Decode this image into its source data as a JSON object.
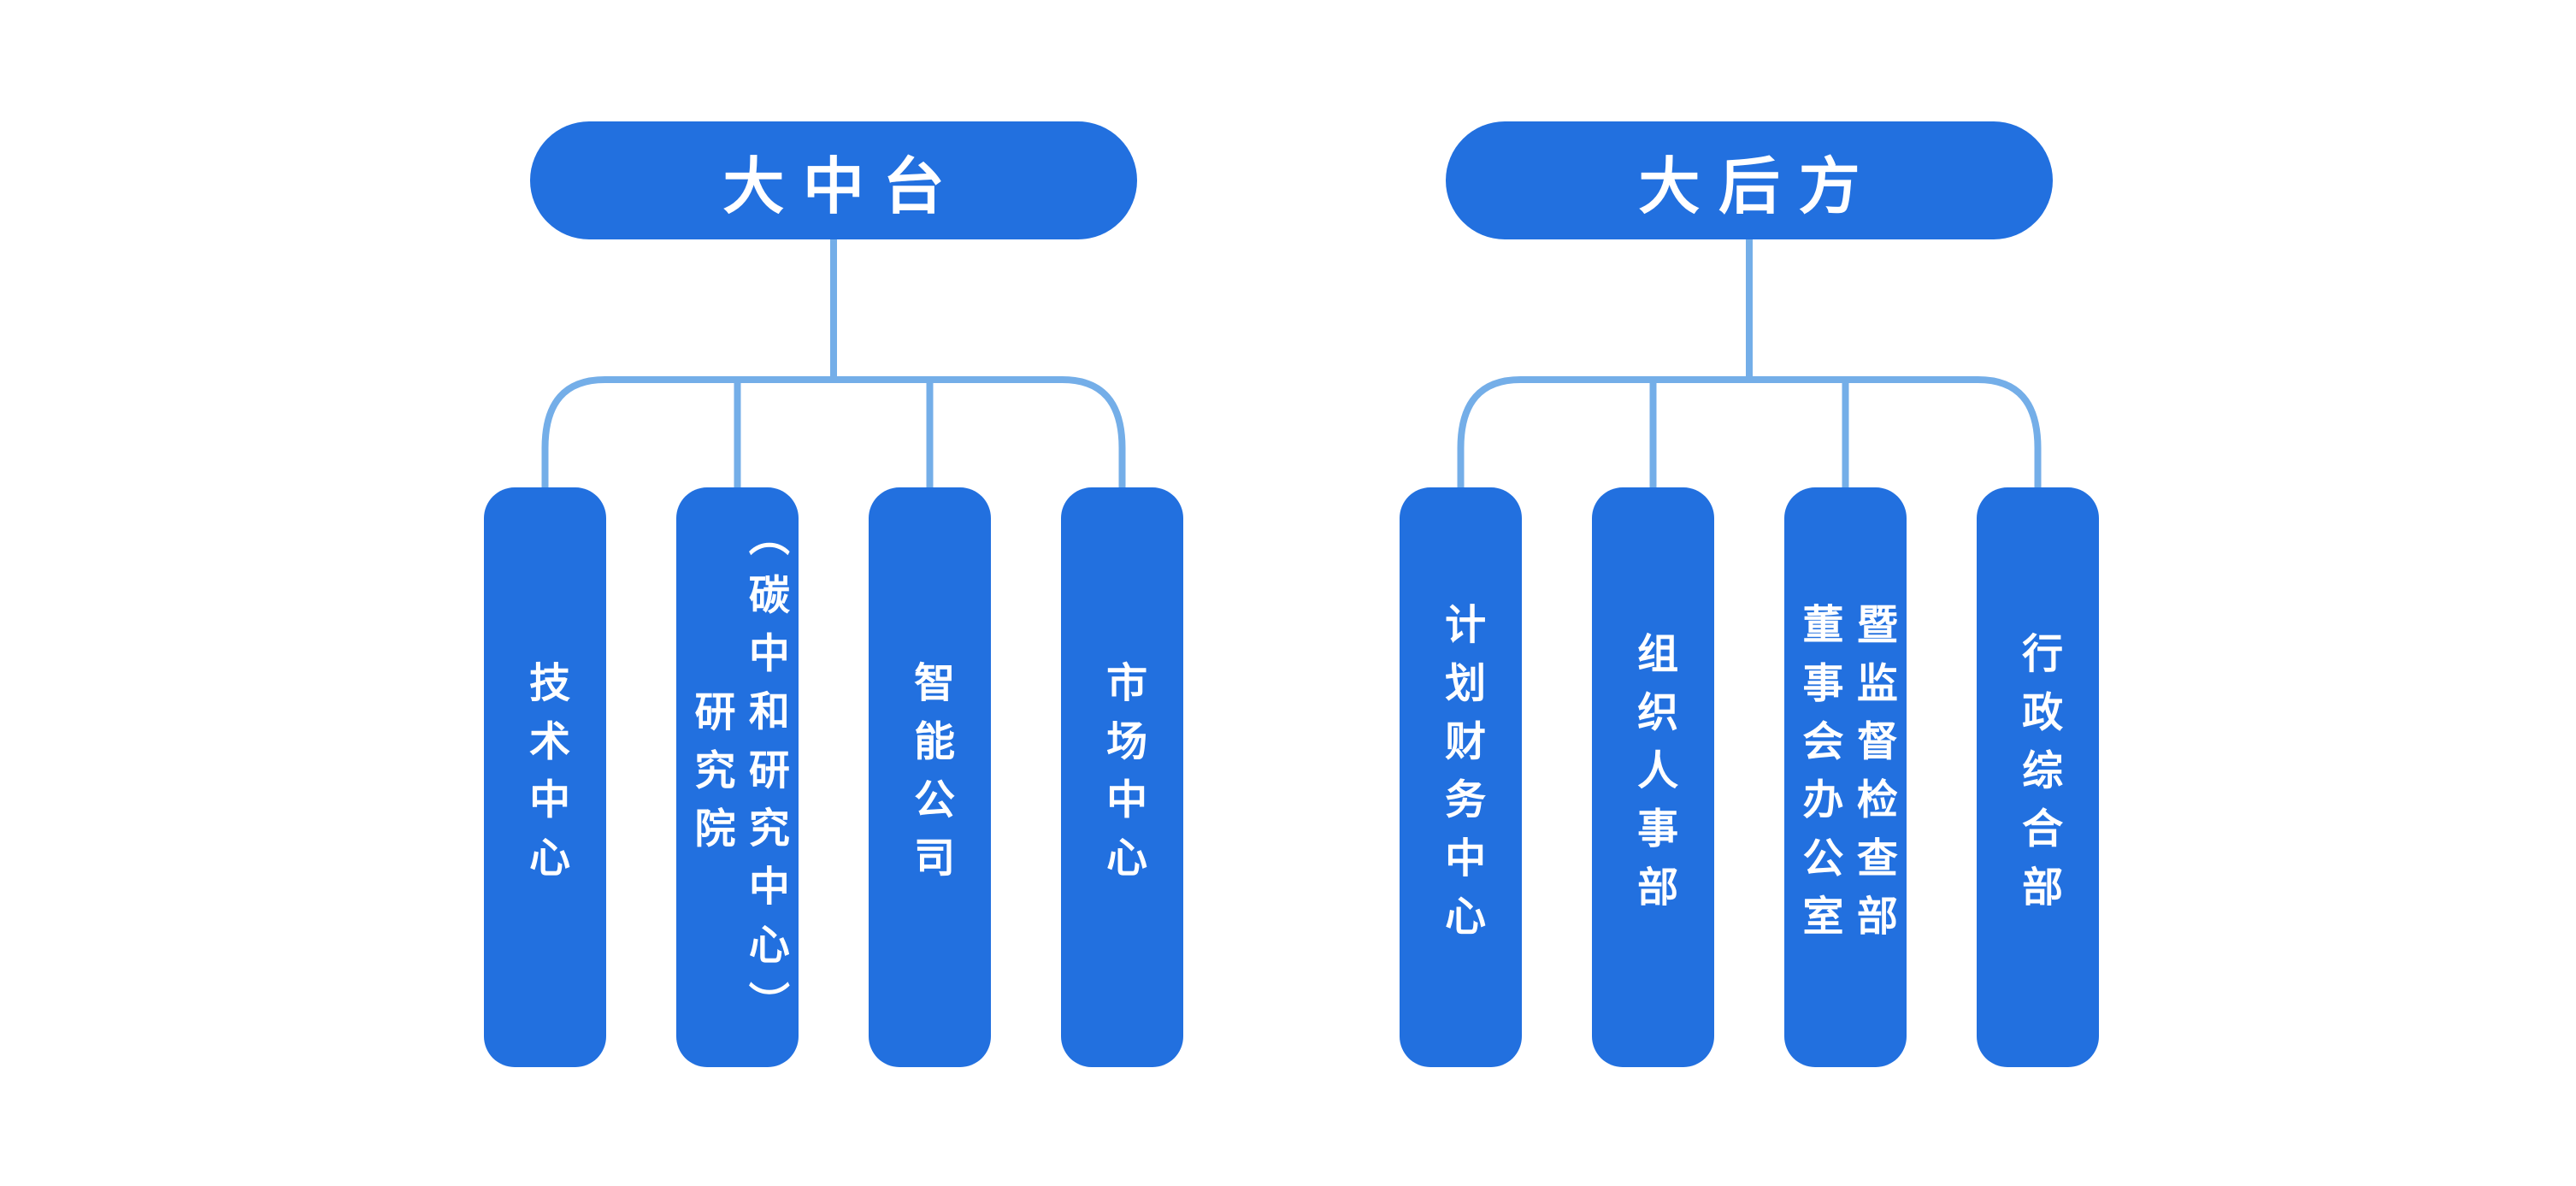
{
  "colors": {
    "node_blue": "#2270DF",
    "line_blue": "#74AEE8",
    "text_white": "#FFFFFF",
    "background": "#FFFFFF"
  },
  "chart": {
    "type": "org-chart",
    "groups": [
      {
        "title": "大中台",
        "children": [
          {
            "label": "技术中心"
          },
          {
            "label": "研究院\n（碳中和研究中心）"
          },
          {
            "label": "智能公司"
          },
          {
            "label": "市场中心"
          }
        ]
      },
      {
        "title": "大后方",
        "children": [
          {
            "label": "计划财务中心"
          },
          {
            "label": "组织人事部"
          },
          {
            "label": "董事会办公室\n暨监督检查部"
          },
          {
            "label": "行政综合部"
          }
        ]
      }
    ]
  }
}
